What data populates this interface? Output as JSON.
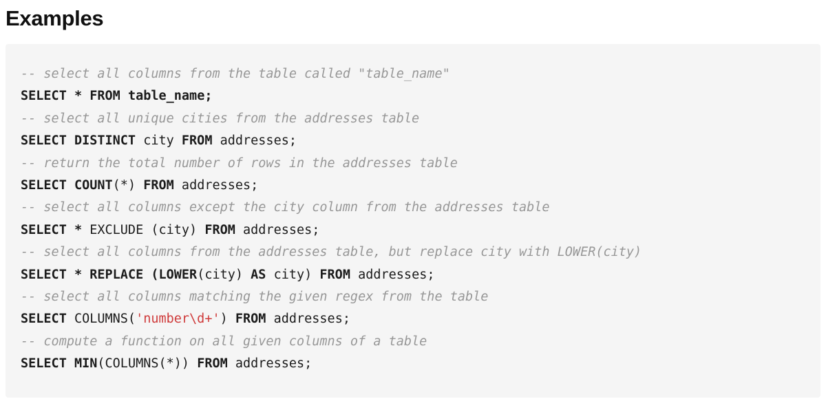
{
  "page": {
    "title": "Examples",
    "background_color": "#ffffff"
  },
  "code_block": {
    "background_color": "#f5f5f5",
    "language": "sql",
    "colors": {
      "comment": "#979797",
      "keyword": "#1b1b1b",
      "identifier": "#1b1b1b",
      "string": "#cf3b3b"
    },
    "lines": [
      {
        "index": 0,
        "text": "-- select all columns from the table called \"table_name\"",
        "tokens": [
          {
            "type": "comment",
            "text": "-- select all columns from the table called \"table_name\""
          }
        ]
      },
      {
        "index": 1,
        "text": "SELECT * FROM table_name;",
        "tokens": [
          {
            "type": "kw",
            "text": "SELECT"
          },
          {
            "type": "plain",
            "text": " "
          },
          {
            "type": "kw",
            "text": "*"
          },
          {
            "type": "plain",
            "text": " "
          },
          {
            "type": "kw",
            "text": "FROM"
          },
          {
            "type": "plain",
            "text": " "
          },
          {
            "type": "kw",
            "text": "table_name"
          },
          {
            "type": "kw",
            "text": ";"
          }
        ]
      },
      {
        "index": 2,
        "text": "-- select all unique cities from the addresses table",
        "tokens": [
          {
            "type": "comment",
            "text": "-- select all unique cities from the addresses table"
          }
        ]
      },
      {
        "index": 3,
        "text": "SELECT DISTINCT city FROM addresses;",
        "tokens": [
          {
            "type": "kw",
            "text": "SELECT"
          },
          {
            "type": "plain",
            "text": " "
          },
          {
            "type": "kw",
            "text": "DISTINCT"
          },
          {
            "type": "plain",
            "text": " city "
          },
          {
            "type": "kw",
            "text": "FROM"
          },
          {
            "type": "plain",
            "text": " addresses;"
          }
        ]
      },
      {
        "index": 4,
        "text": "-- return the total number of rows in the addresses table",
        "tokens": [
          {
            "type": "comment",
            "text": "-- return the total number of rows in the addresses table"
          }
        ]
      },
      {
        "index": 5,
        "text": "SELECT COUNT(*) FROM addresses;",
        "tokens": [
          {
            "type": "kw",
            "text": "SELECT"
          },
          {
            "type": "plain",
            "text": " "
          },
          {
            "type": "kw",
            "text": "COUNT"
          },
          {
            "type": "punct",
            "text": "(*)"
          },
          {
            "type": "plain",
            "text": " "
          },
          {
            "type": "kw",
            "text": "FROM"
          },
          {
            "type": "plain",
            "text": " addresses;"
          }
        ]
      },
      {
        "index": 6,
        "text": "-- select all columns except the city column from the addresses table",
        "tokens": [
          {
            "type": "comment",
            "text": "-- select all columns except the city column from the addresses table"
          }
        ]
      },
      {
        "index": 7,
        "text": "SELECT * EXCLUDE (city) FROM addresses;",
        "tokens": [
          {
            "type": "kw",
            "text": "SELECT"
          },
          {
            "type": "plain",
            "text": " "
          },
          {
            "type": "kw",
            "text": "*"
          },
          {
            "type": "plain",
            "text": " EXCLUDE (city) "
          },
          {
            "type": "kw",
            "text": "FROM"
          },
          {
            "type": "plain",
            "text": " addresses;"
          }
        ]
      },
      {
        "index": 8,
        "text": "-- select all columns from the addresses table, but replace city with LOWER(city)",
        "tokens": [
          {
            "type": "comment",
            "text": "-- select all columns from the addresses table, but replace city with LOWER(city)"
          }
        ]
      },
      {
        "index": 9,
        "text": "SELECT * REPLACE (LOWER(city) AS city) FROM addresses;",
        "tokens": [
          {
            "type": "kw",
            "text": "SELECT"
          },
          {
            "type": "plain",
            "text": " "
          },
          {
            "type": "kw",
            "text": "*"
          },
          {
            "type": "plain",
            "text": " "
          },
          {
            "type": "kw",
            "text": "REPLACE"
          },
          {
            "type": "plain",
            "text": " "
          },
          {
            "type": "kw",
            "text": "(LOWER"
          },
          {
            "type": "punct",
            "text": "(city) "
          },
          {
            "type": "kw",
            "text": "AS"
          },
          {
            "type": "punct",
            "text": " city) "
          },
          {
            "type": "kw",
            "text": "FROM"
          },
          {
            "type": "plain",
            "text": " addresses;"
          }
        ]
      },
      {
        "index": 10,
        "text": "-- select all columns matching the given regex from the table",
        "tokens": [
          {
            "type": "comment",
            "text": "-- select all columns matching the given regex from the table"
          }
        ]
      },
      {
        "index": 11,
        "text": "SELECT COLUMNS('number\\d+') FROM addresses;",
        "tokens": [
          {
            "type": "kw",
            "text": "SELECT"
          },
          {
            "type": "plain",
            "text": " COLUMNS("
          },
          {
            "type": "str",
            "text": "'number\\d+'"
          },
          {
            "type": "plain",
            "text": ") "
          },
          {
            "type": "kw",
            "text": "FROM"
          },
          {
            "type": "plain",
            "text": " addresses;"
          }
        ]
      },
      {
        "index": 12,
        "text": "-- compute a function on all given columns of a table",
        "tokens": [
          {
            "type": "comment",
            "text": "-- compute a function on all given columns of a table"
          }
        ]
      },
      {
        "index": 13,
        "text": "SELECT MIN(COLUMNS(*)) FROM addresses;",
        "tokens": [
          {
            "type": "kw",
            "text": "SELECT"
          },
          {
            "type": "plain",
            "text": " "
          },
          {
            "type": "kw",
            "text": "MIN"
          },
          {
            "type": "plain",
            "text": "(COLUMNS(*)) "
          },
          {
            "type": "kw",
            "text": "FROM"
          },
          {
            "type": "plain",
            "text": " addresses;"
          }
        ]
      }
    ]
  }
}
